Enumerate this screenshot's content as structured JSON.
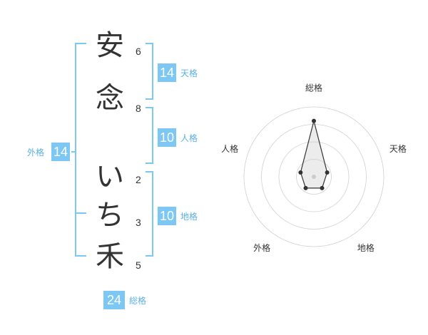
{
  "name": {
    "chars": [
      {
        "char": "安",
        "strokes": "6"
      },
      {
        "char": "念",
        "strokes": "8"
      },
      {
        "char": "い",
        "strokes": "2"
      },
      {
        "char": "ち",
        "strokes": "3"
      },
      {
        "char": "禾",
        "strokes": "5"
      }
    ]
  },
  "groups": {
    "tenkaku": {
      "value": "14",
      "label": "天格"
    },
    "jinkaku": {
      "value": "10",
      "label": "人格"
    },
    "chikaku": {
      "value": "10",
      "label": "地格"
    },
    "gaikaku": {
      "value": "14",
      "label": "外格"
    },
    "soukaku": {
      "value": "24",
      "label": "総格"
    }
  },
  "colors": {
    "accent": "#7cc7f3",
    "label": "#5bb0e2"
  },
  "chart_data": {
    "type": "radar",
    "axes": [
      "総格",
      "天格",
      "地格",
      "外格",
      "人格"
    ],
    "values": [
      4,
      1,
      1,
      1,
      1
    ],
    "rmax": 5,
    "rings": 4
  }
}
